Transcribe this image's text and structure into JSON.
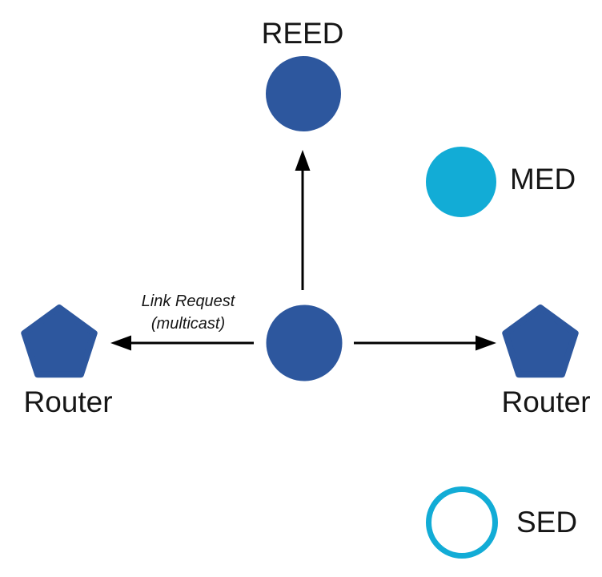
{
  "colors": {
    "node_blue": "#2D579E",
    "node_cyan": "#12ACD6",
    "arrow": "#000000",
    "background": "#FFFFFF"
  },
  "nodes": {
    "reed": {
      "label": "REED",
      "shape": "filled-circle",
      "color": "#2D579E"
    },
    "med": {
      "label": "MED",
      "shape": "filled-circle",
      "color": "#12ACD6"
    },
    "sed": {
      "label": "SED",
      "shape": "outlined-circle",
      "color": "#12ACD6"
    },
    "router_left": {
      "label": "Router",
      "shape": "pentagon",
      "color": "#2D579E"
    },
    "router_right": {
      "label": "Router",
      "shape": "pentagon",
      "color": "#2D579E"
    },
    "center": {
      "shape": "filled-circle",
      "color": "#2D579E"
    }
  },
  "arrows": {
    "color": "#000000",
    "label_line1": "Link Request",
    "label_line2": "(multicast)",
    "directions": [
      "center-to-reed",
      "center-to-left-router",
      "center-to-right-router"
    ]
  }
}
